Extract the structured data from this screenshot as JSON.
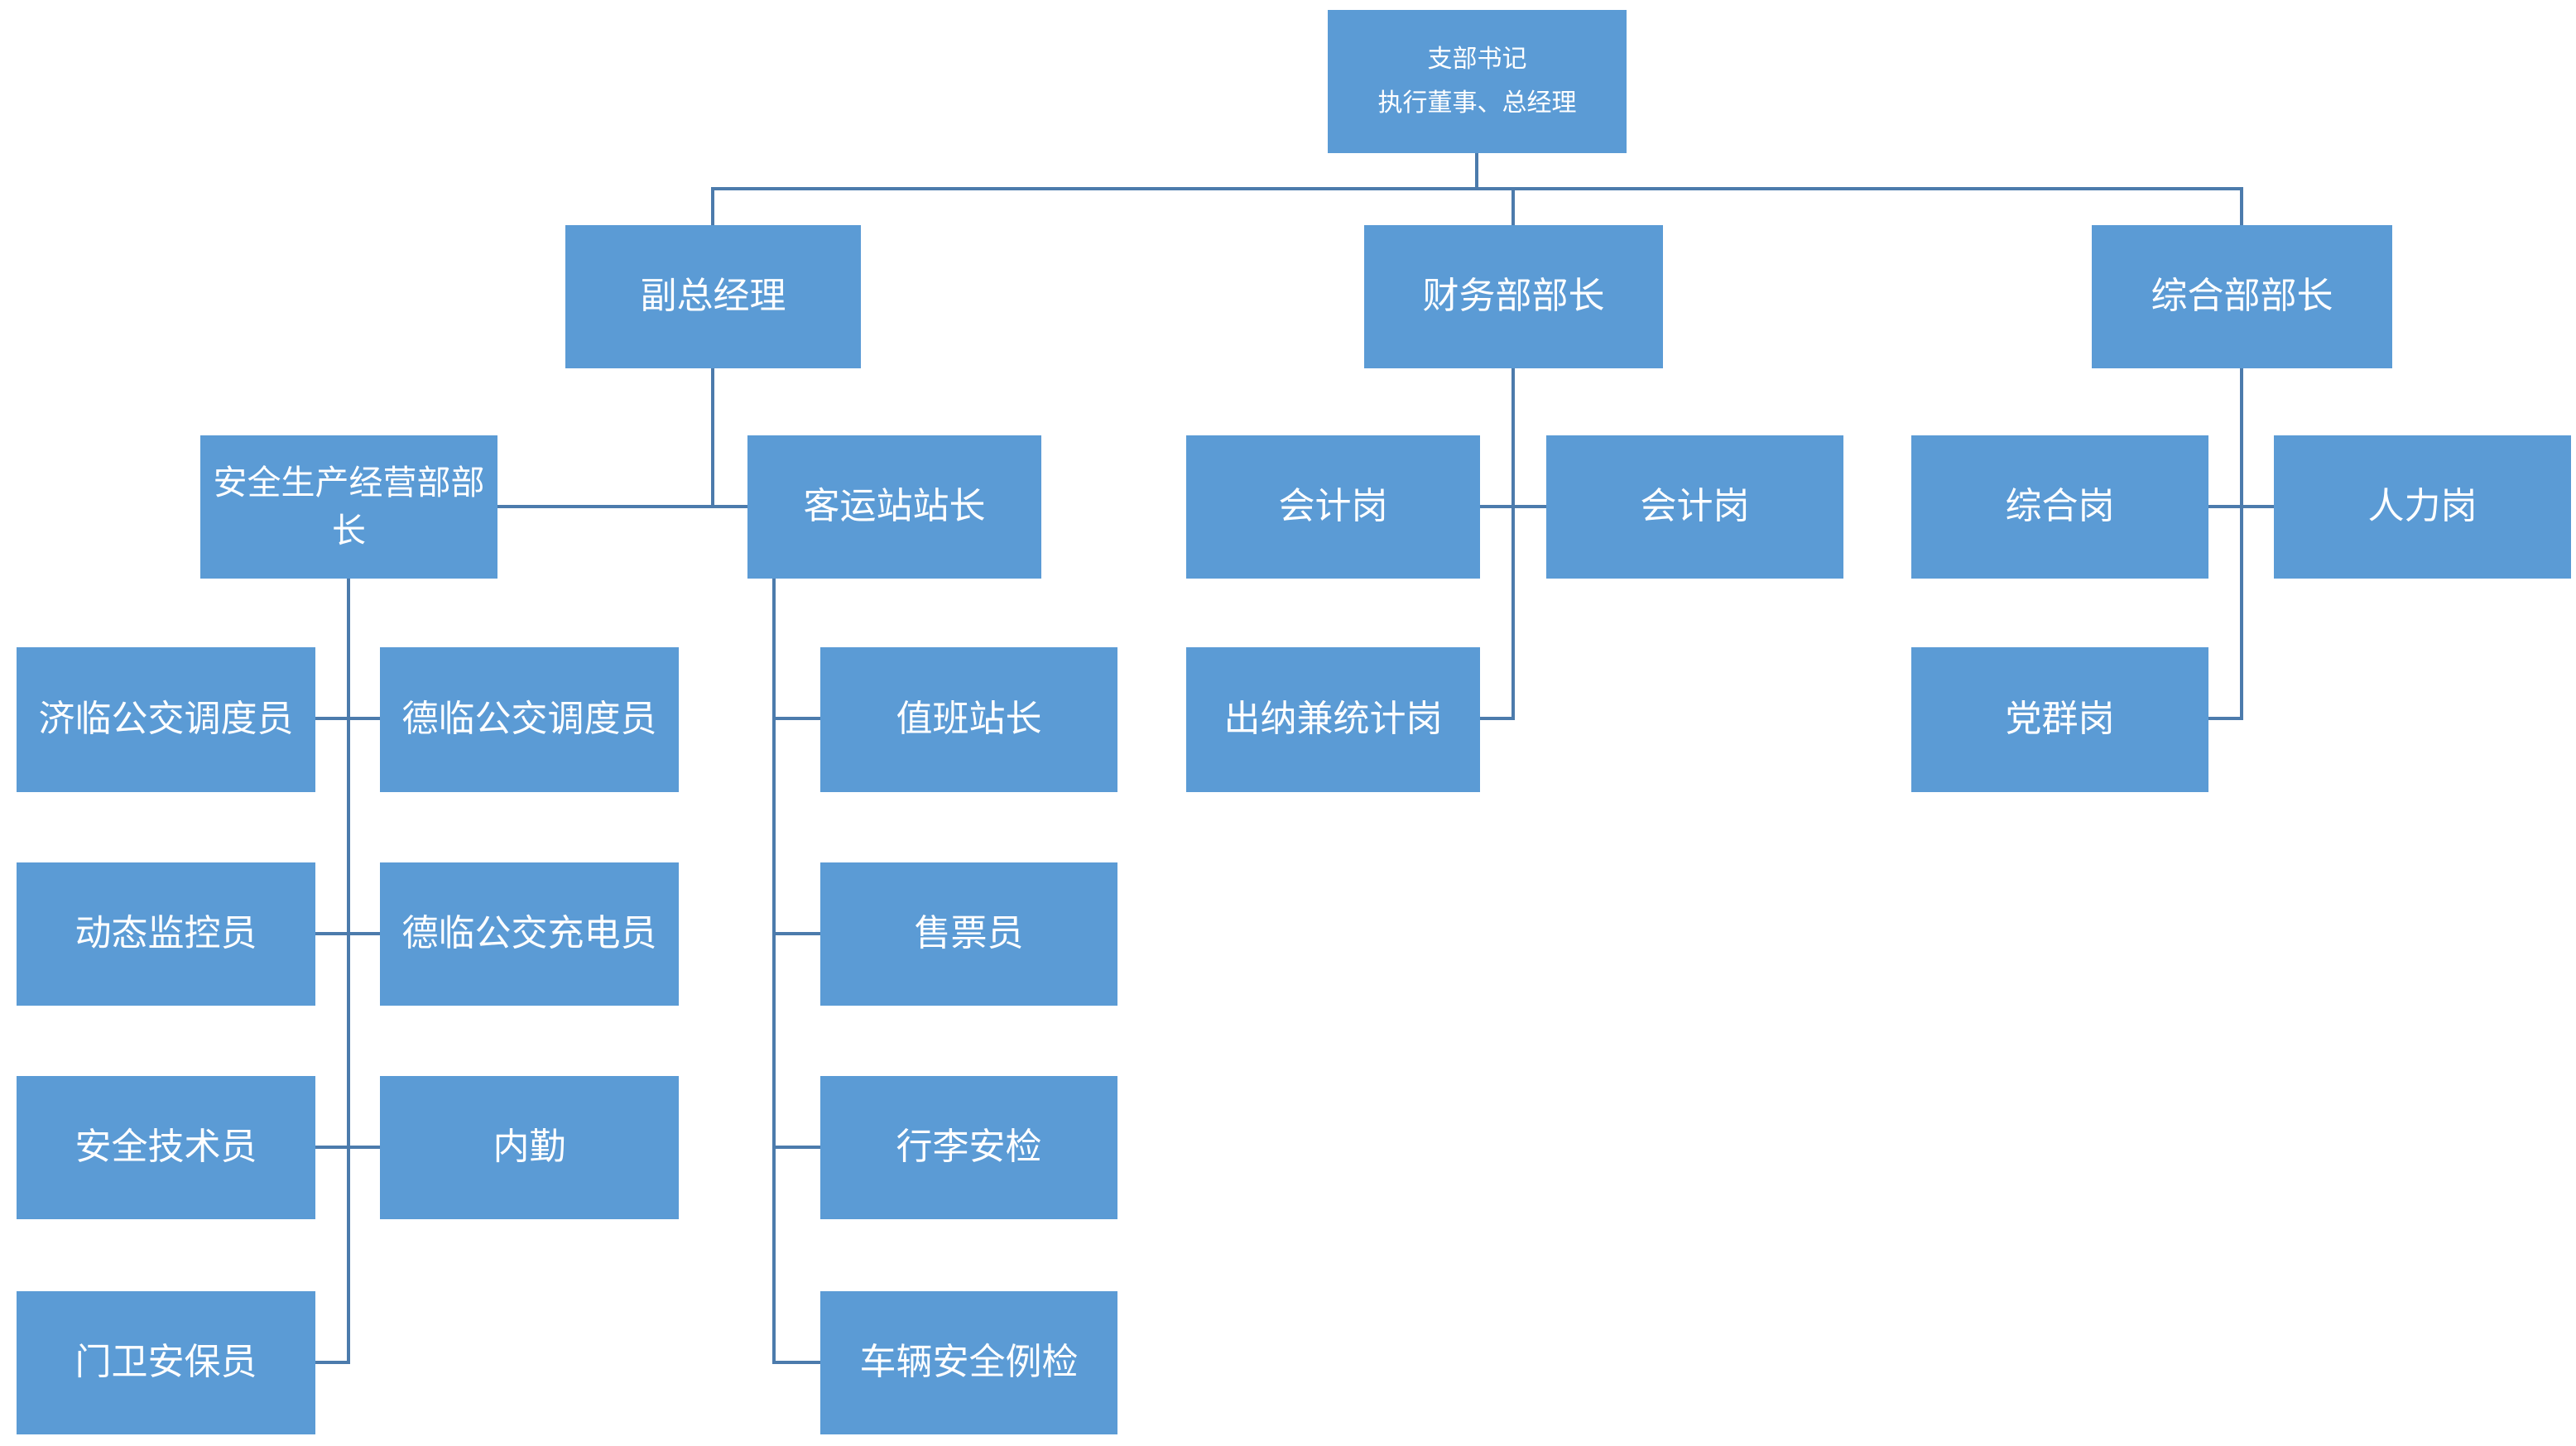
{
  "diagram": {
    "type": "org-chart",
    "background_color": "#FFFFFF",
    "node_fill_color": "#5B9BD5",
    "node_text_color": "#FFFFFF",
    "connector_color": "#4C7BAC"
  },
  "nodes": {
    "root": {
      "lines": [
        "支部书记",
        "执行董事、总经理"
      ]
    },
    "deputy_gm": {
      "label": "副总经理"
    },
    "finance_head": {
      "label": "财务部部长"
    },
    "general_head": {
      "label": "综合部部长"
    },
    "safety_head": {
      "lines": [
        "安全生产经营部部",
        "长"
      ],
      "label": "安全生产经营部部长"
    },
    "station_head": {
      "label": "客运站站长"
    },
    "accountant_1": {
      "label": "会计岗"
    },
    "accountant_2": {
      "label": "会计岗"
    },
    "general_post": {
      "label": "综合岗"
    },
    "hr_post": {
      "label": "人力岗"
    },
    "jilin_dispatcher": {
      "label": "济临公交调度员"
    },
    "delin_dispatcher": {
      "label": "德临公交调度员"
    },
    "duty_station_head": {
      "label": "值班站长"
    },
    "cashier_stats_post": {
      "label": "出纳兼统计岗"
    },
    "party_post": {
      "label": "党群岗"
    },
    "dynamic_monitor": {
      "label": "动态监控员"
    },
    "delin_charger": {
      "label": "德临公交充电员"
    },
    "ticket_seller": {
      "label": "售票员"
    },
    "safety_technician": {
      "label": "安全技术员"
    },
    "office_clerk": {
      "label": "内勤"
    },
    "baggage_security": {
      "label": "行李安检"
    },
    "gate_guard": {
      "label": "门卫安保员"
    },
    "vehicle_inspection": {
      "label": "车辆安全例检"
    }
  },
  "edges": [
    {
      "from": "root",
      "to": "deputy_gm"
    },
    {
      "from": "root",
      "to": "finance_head"
    },
    {
      "from": "root",
      "to": "general_head"
    },
    {
      "from": "deputy_gm",
      "to": "safety_head"
    },
    {
      "from": "deputy_gm",
      "to": "station_head"
    },
    {
      "from": "safety_head",
      "to": "jilin_dispatcher"
    },
    {
      "from": "safety_head",
      "to": "delin_dispatcher"
    },
    {
      "from": "safety_head",
      "to": "dynamic_monitor"
    },
    {
      "from": "safety_head",
      "to": "delin_charger"
    },
    {
      "from": "safety_head",
      "to": "safety_technician"
    },
    {
      "from": "safety_head",
      "to": "office_clerk"
    },
    {
      "from": "safety_head",
      "to": "gate_guard"
    },
    {
      "from": "station_head",
      "to": "duty_station_head"
    },
    {
      "from": "station_head",
      "to": "ticket_seller"
    },
    {
      "from": "station_head",
      "to": "baggage_security"
    },
    {
      "from": "station_head",
      "to": "vehicle_inspection"
    },
    {
      "from": "finance_head",
      "to": "accountant_1"
    },
    {
      "from": "finance_head",
      "to": "accountant_2"
    },
    {
      "from": "finance_head",
      "to": "cashier_stats_post"
    },
    {
      "from": "general_head",
      "to": "general_post"
    },
    {
      "from": "general_head",
      "to": "hr_post"
    },
    {
      "from": "general_head",
      "to": "party_post"
    }
  ]
}
